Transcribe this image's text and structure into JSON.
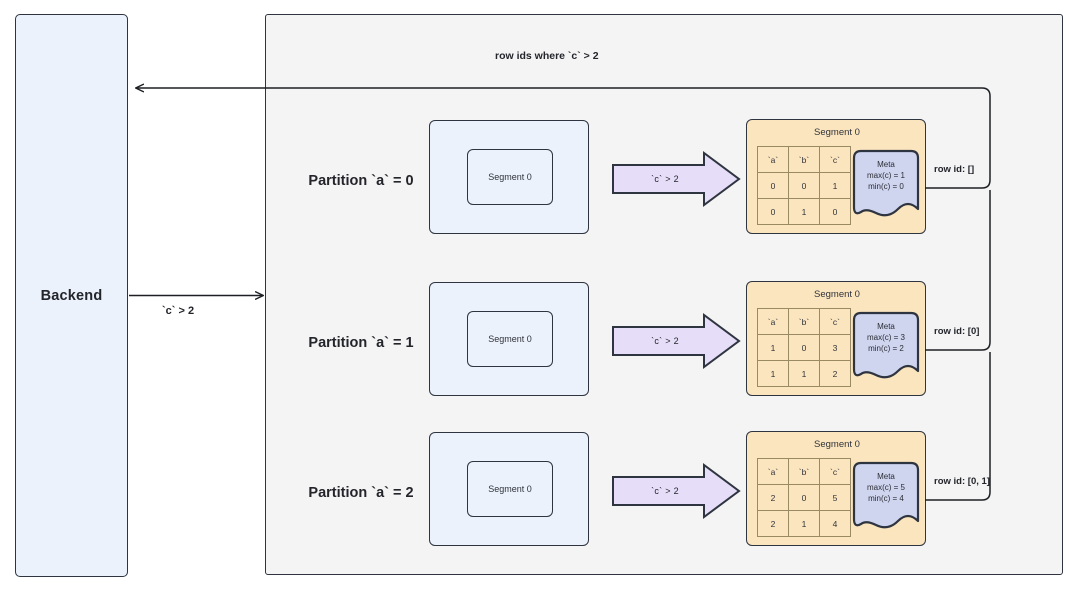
{
  "backend": {
    "label": "Backend"
  },
  "flow": {
    "request_label": "`c` > 2",
    "response_label": "row ids where `c` > 2"
  },
  "colors": {
    "backend_fill": "#ECF2FB",
    "container_fill": "#F4F4F4",
    "segment_card_fill": "#FBE5BE",
    "meta_fill": "#CFD5EF",
    "filter_arrow_fill": "#E6DEF8",
    "stroke": "#2e3440"
  },
  "partitions": [
    {
      "label": "Partition `a` = 0",
      "segment_holder": {
        "segment_label": "Segment 0"
      },
      "filter": {
        "label": "`c` > 2"
      },
      "segment_card": {
        "title": "Segment 0",
        "columns": [
          "`a`",
          "`b`",
          "`c`"
        ],
        "rows": [
          [
            "0",
            "0",
            "1"
          ],
          [
            "0",
            "1",
            "0"
          ]
        ],
        "meta": {
          "title": "Meta",
          "max": "max(c) = 1",
          "min": "min(c) = 0"
        }
      },
      "row_id": "row id: []"
    },
    {
      "label": "Partition `a` = 1",
      "segment_holder": {
        "segment_label": "Segment 0"
      },
      "filter": {
        "label": "`c` > 2"
      },
      "segment_card": {
        "title": "Segment 0",
        "columns": [
          "`a`",
          "`b`",
          "`c`"
        ],
        "rows": [
          [
            "1",
            "0",
            "3"
          ],
          [
            "1",
            "1",
            "2"
          ]
        ],
        "meta": {
          "title": "Meta",
          "max": "max(c) = 3",
          "min": "min(c) = 2"
        }
      },
      "row_id": "row id: [0]"
    },
    {
      "label": "Partition `a` = 2",
      "segment_holder": {
        "segment_label": "Segment 0"
      },
      "filter": {
        "label": "`c` > 2"
      },
      "segment_card": {
        "title": "Segment 0",
        "columns": [
          "`a`",
          "`b`",
          "`c`"
        ],
        "rows": [
          [
            "2",
            "0",
            "5"
          ],
          [
            "2",
            "1",
            "4"
          ]
        ],
        "meta": {
          "title": "Meta",
          "max": "max(c) = 5",
          "min": "min(c) = 4"
        }
      },
      "row_id": "row id: [0, 1]"
    }
  ]
}
